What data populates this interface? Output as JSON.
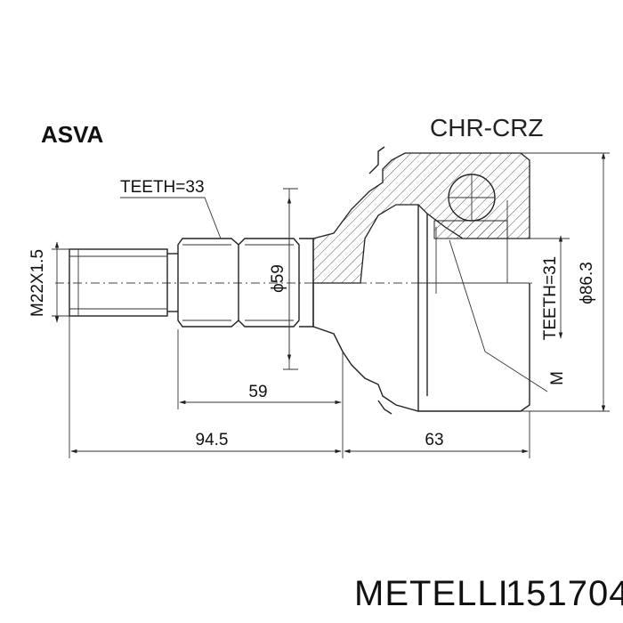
{
  "brand": "ASVA",
  "model": "CHR-CRZ",
  "labels": {
    "outer_teeth": "TEETH=33",
    "inner_teeth": "TEETH=31",
    "thread": "M22X1.5",
    "shaft_diameter": "ϕ59",
    "outer_diameter": "ϕ86.3",
    "m_mark": "M",
    "dim_59": "59",
    "dim_94_5": "94.5",
    "dim_63": "63"
  },
  "footer": {
    "manufacturer": "METELLI",
    "part_number": "151704"
  }
}
